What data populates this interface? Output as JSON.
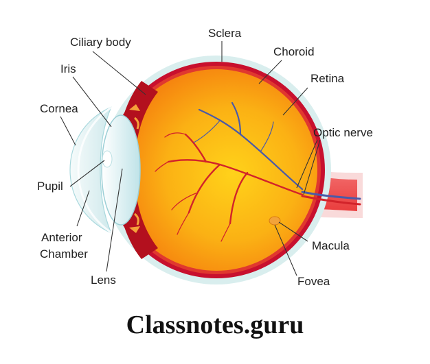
{
  "labels": {
    "ciliary_body": "Ciliary body",
    "sclera": "Sclera",
    "choroid": "Choroid",
    "iris": "Iris",
    "retina": "Retina",
    "cornea": "Cornea",
    "optic_nerve": "Optic nerve",
    "pupil": "Pupil",
    "anterior_chamber_1": "Anterior",
    "anterior_chamber_2": "Chamber",
    "macula": "Macula",
    "lens": "Lens",
    "fovea": "Fovea"
  },
  "watermark": "Classnotes.guru",
  "colors": {
    "sclera": "#d9eeee",
    "choroid": "#c8102e",
    "vitreous_center": "#ffd21a",
    "vitreous_edge": "#f57c0e",
    "lens": "#e9f7f9",
    "cornea": "#dff1f3",
    "vessel_red": "#d2232a",
    "vessel_blue": "#4a5aa8",
    "optic_nerve": "#ee4a4a"
  }
}
